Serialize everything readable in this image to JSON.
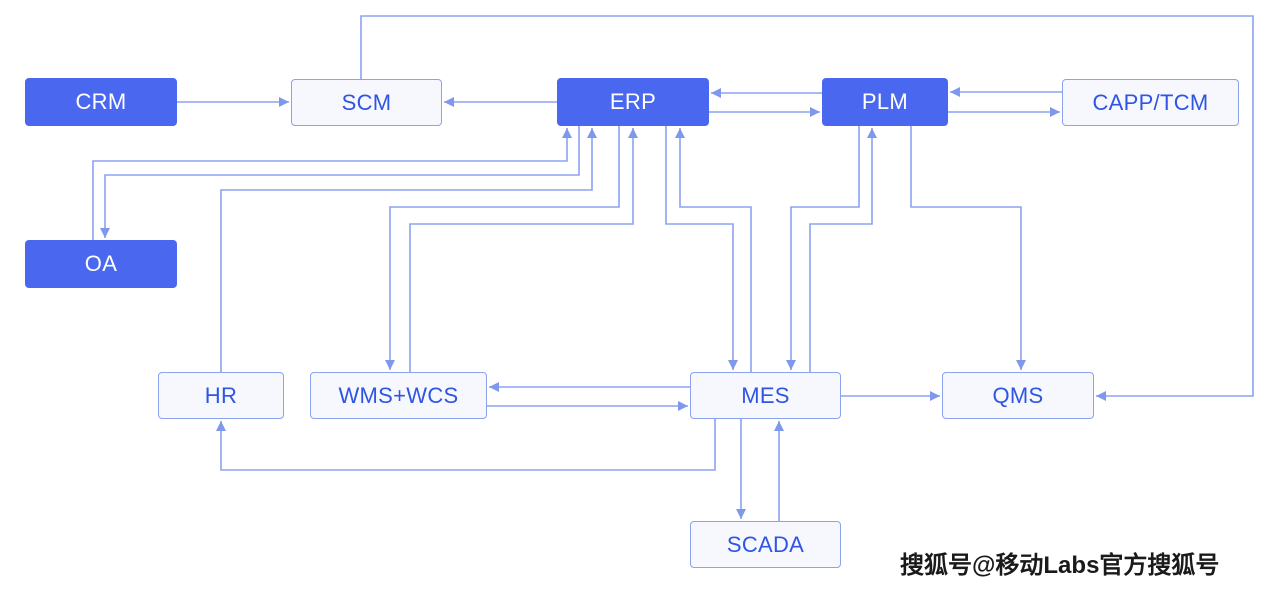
{
  "nodes": {
    "crm": "CRM",
    "scm": "SCM",
    "erp": "ERP",
    "plm": "PLM",
    "capp": "CAPP/TCM",
    "oa": "OA",
    "hr": "HR",
    "wms": "WMS+WCS",
    "mes": "MES",
    "qms": "QMS",
    "scada": "SCADA"
  },
  "watermark": "搜狐号@移动Labs官方搜狐号",
  "colors": {
    "solid_node": "#4a67f0",
    "outline_text": "#2f55e4",
    "outline_border": "#8ba2ef",
    "connector": "#8ba2ef"
  }
}
